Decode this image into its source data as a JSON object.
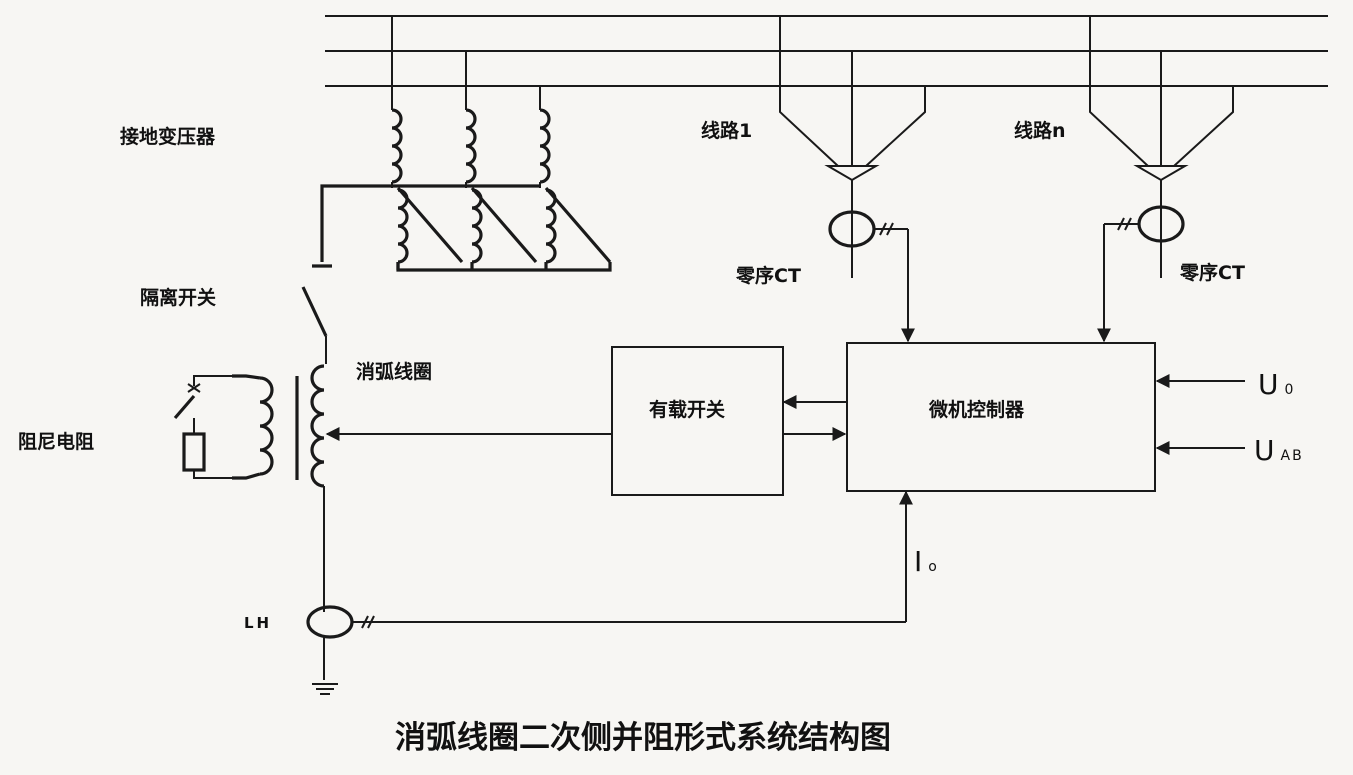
{
  "labels": {
    "grounding_transformer": "接地变压器",
    "disconnect_switch": "隔离开关",
    "damping_resistor": "阻尼电阻",
    "arc_suppression_coil": "消弧线圈",
    "line_1": "线路1",
    "line_n": "线路n",
    "zero_seq_ct_1": "零序CT",
    "zero_seq_ct_n": "零序CT",
    "on_load_switch": "有载开关",
    "microcontroller": "微机控制器",
    "lh": "LH",
    "i0_main": "I",
    "i0_sub": "o",
    "u0_main": "U",
    "u0_sub": "0",
    "uab_main": "U",
    "uab_sub": "AB"
  },
  "title": "消弧线圈二次侧并阻形式系统结构图"
}
